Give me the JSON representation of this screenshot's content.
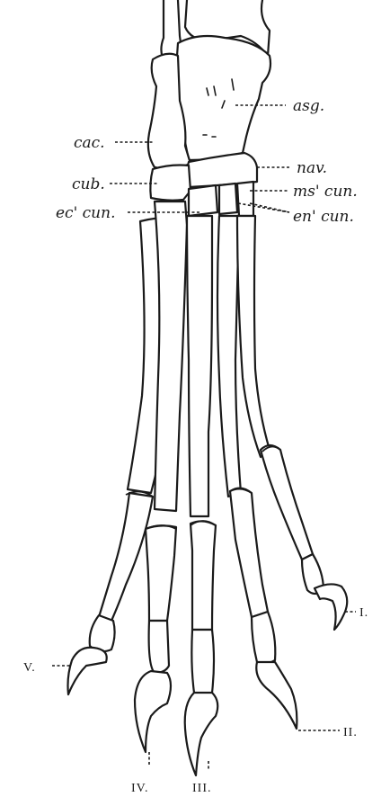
{
  "labels": {
    "asg": "asg.",
    "nav": "nav.",
    "ms_cun": "ms' cun.",
    "en_cun": "en' cun.",
    "cac": "cac.",
    "cub": "cub.",
    "ec_cun": "ec' cun.",
    "digit_I": "I.",
    "digit_II": "II.",
    "digit_III": "III.",
    "digit_IV": "IV.",
    "digit_V": "V."
  }
}
